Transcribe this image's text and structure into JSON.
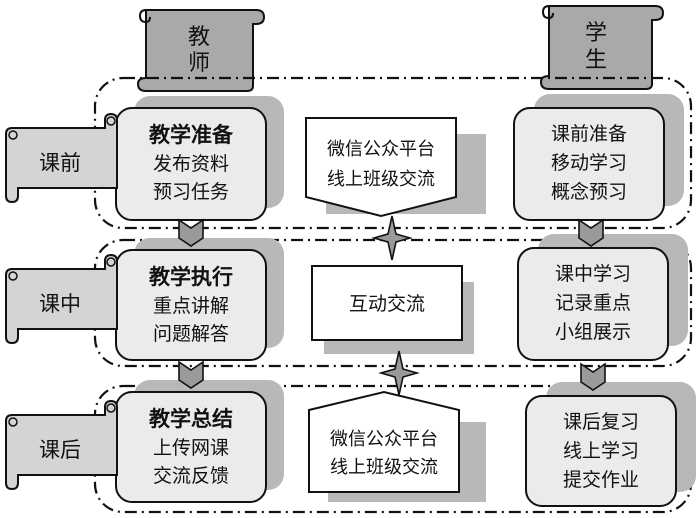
{
  "columns": {
    "teacher": "教师",
    "student": "学生"
  },
  "phases": [
    {
      "id": "pre-class",
      "label": "课前",
      "teacher": {
        "title": "教学准备",
        "lines": [
          "发布资料",
          "预习任务"
        ]
      },
      "center": {
        "lines": [
          "微信公众平台",
          "线上班级交流"
        ],
        "shape": "pentagon-down"
      },
      "student": {
        "lines": [
          "课前准备",
          "移动学习",
          "概念预习"
        ]
      }
    },
    {
      "id": "in-class",
      "label": "课中",
      "teacher": {
        "title": "教学执行",
        "lines": [
          "重点讲解",
          "问题解答"
        ]
      },
      "center": {
        "lines": [
          "互动交流"
        ],
        "shape": "rectangle"
      },
      "student": {
        "lines": [
          "课中学习",
          "记录重点",
          "小组展示"
        ]
      }
    },
    {
      "id": "post-class",
      "label": "课后",
      "teacher": {
        "title": "教学总结",
        "lines": [
          "上传网课",
          "交流反馈"
        ]
      },
      "center": {
        "lines": [
          "微信公众平台",
          "线上班级交流"
        ],
        "shape": "pentagon-up"
      },
      "student": {
        "lines": [
          "课后复习",
          "线上学习",
          "提交作业"
        ]
      }
    }
  ],
  "colors": {
    "scroll_fill": "#a9a9a9",
    "phase_scroll_fill": "#d4d4d4",
    "box_fill": "#ebebeb",
    "shadow": "#b8b8b8",
    "outline": "#111111",
    "center_fill": "#ffffff"
  }
}
